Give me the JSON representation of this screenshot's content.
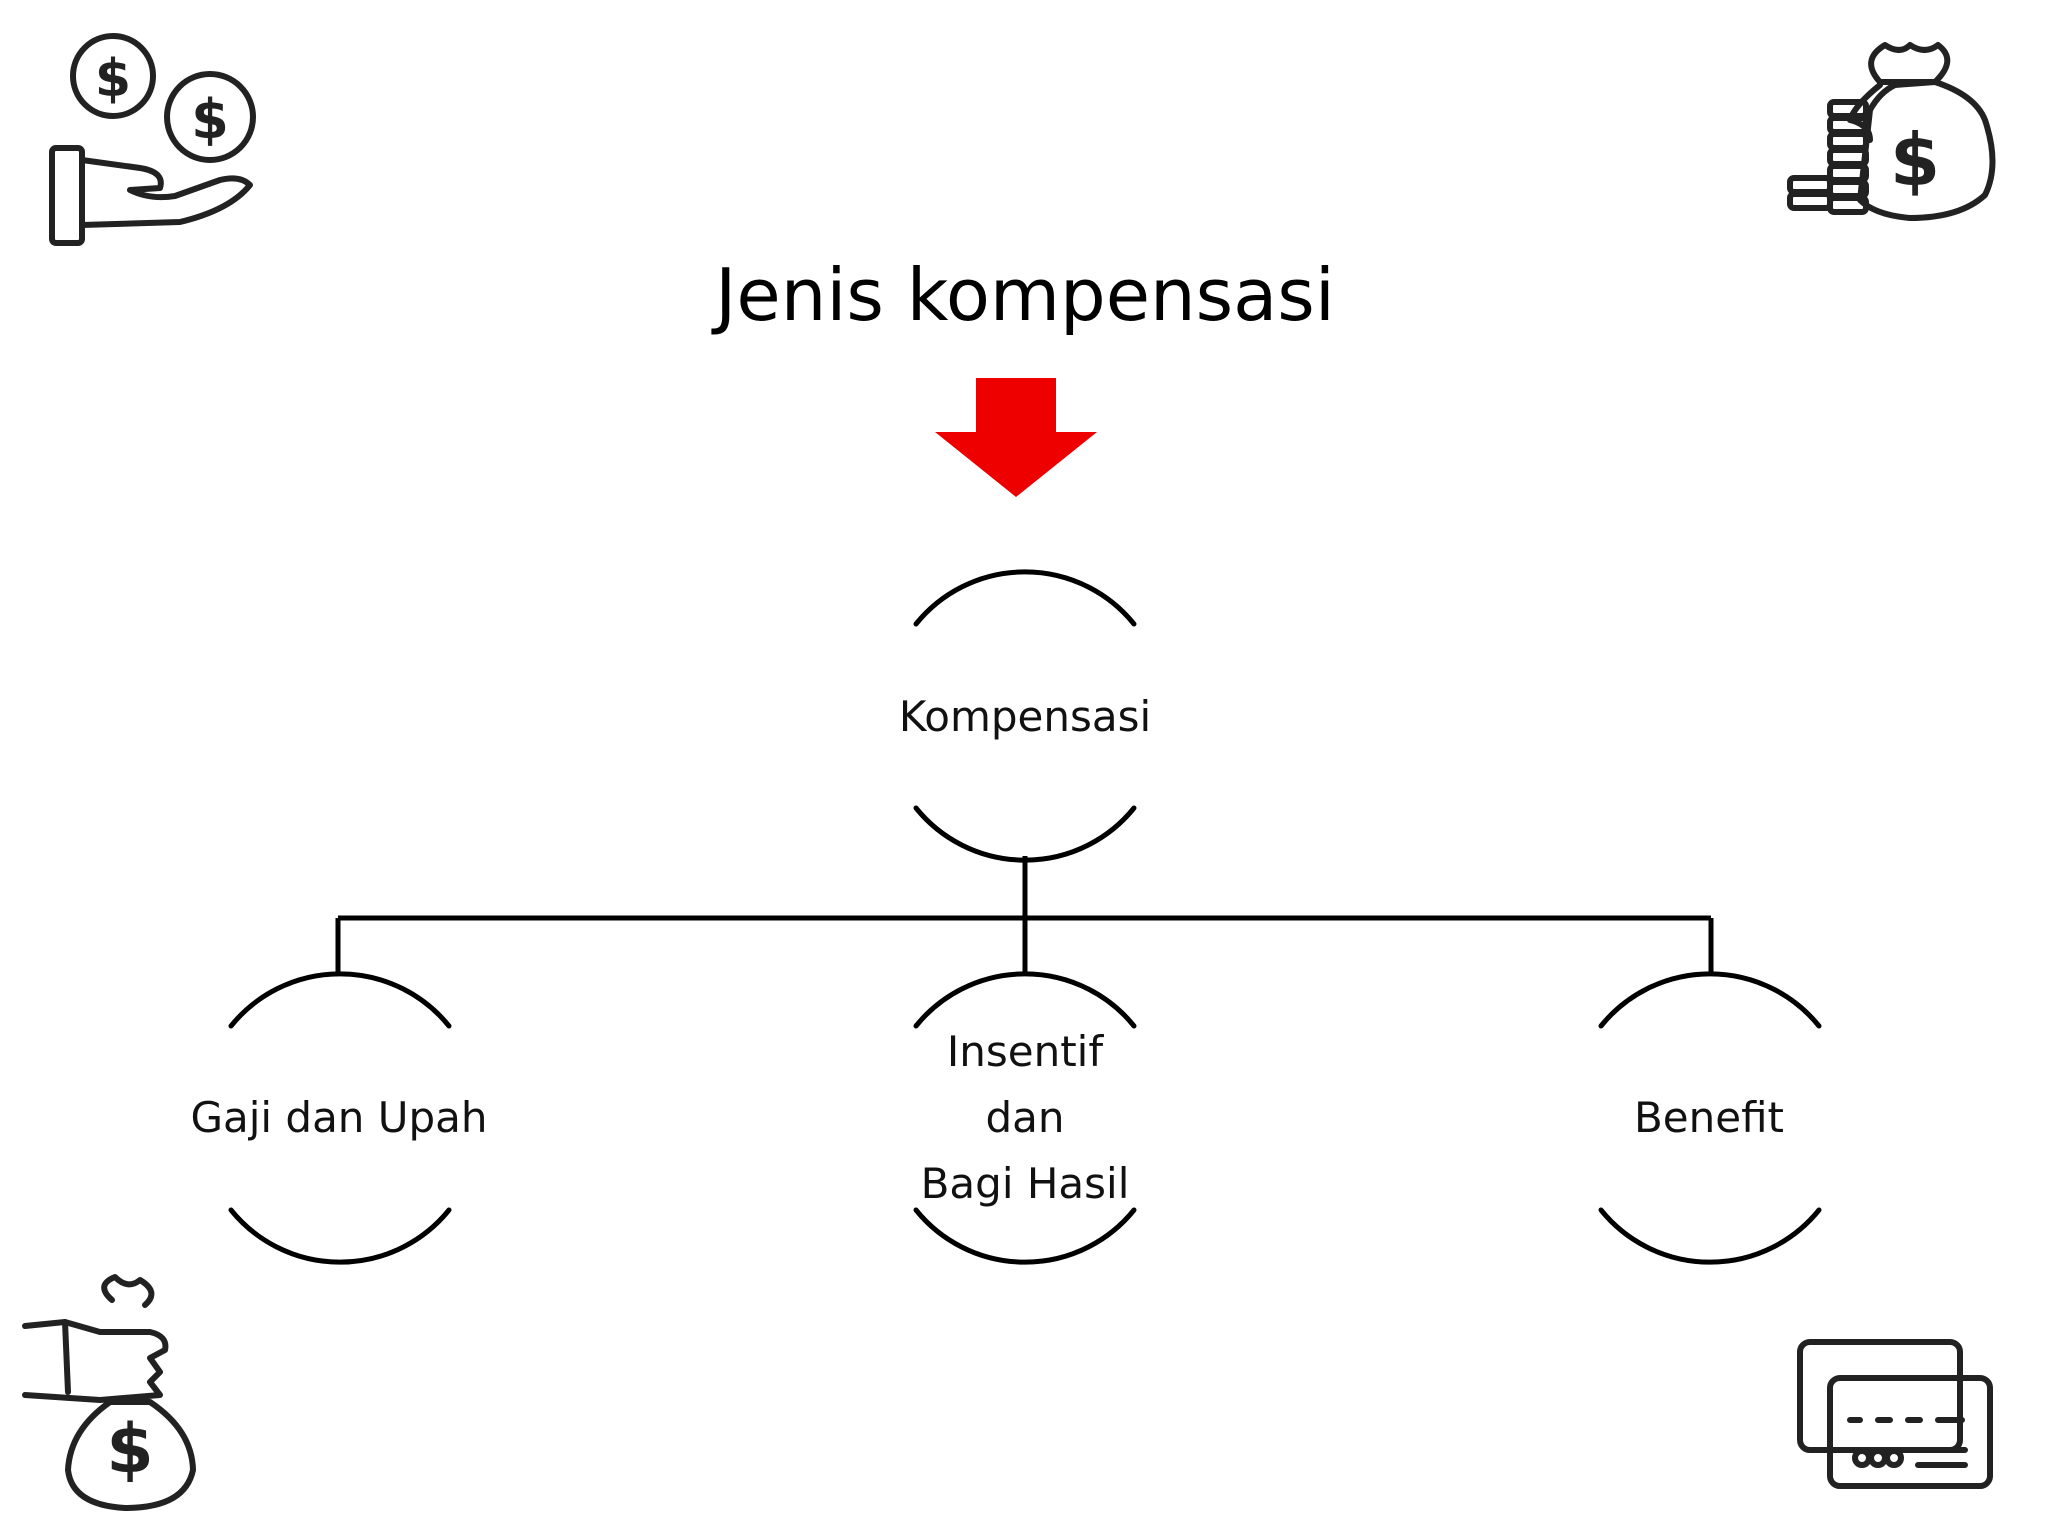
{
  "title": "Jenis kompensasi",
  "colors": {
    "arrow": "#ee0000",
    "line": "#000000"
  },
  "icons": {
    "top_left": "hand-coins-icon",
    "top_right": "money-bag-coins-icon",
    "bottom_left": "hand-money-bag-icon",
    "bottom_right": "credit-cards-icon"
  },
  "root": {
    "label": "Kompensasi"
  },
  "children": [
    {
      "lines": [
        "Gaji dan Upah"
      ]
    },
    {
      "lines": [
        "Insentif",
        "dan",
        "Bagi Hasil"
      ]
    },
    {
      "lines": [
        "Benefit"
      ]
    }
  ]
}
